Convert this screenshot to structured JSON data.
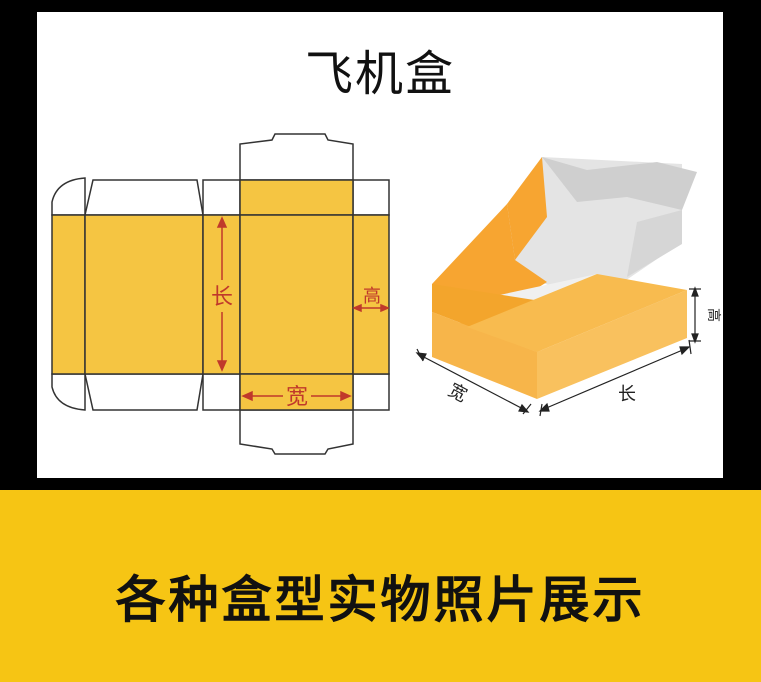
{
  "title": "飞机盒",
  "labels": {
    "length": "长",
    "width": "宽",
    "height": "高"
  },
  "banner": {
    "text": "各种盒型实物照片展示"
  },
  "colors": {
    "panel_fill": "#f5c542",
    "panel_edge": "#d9a21a",
    "dim_arrow": "#c0392b",
    "banner_bg": "#f6c514",
    "box_inner": "#e6e6e6",
    "box_orange": "#f7a531"
  },
  "icons": [
    "up-down-arrow-icon",
    "left-right-arrow-icon"
  ]
}
